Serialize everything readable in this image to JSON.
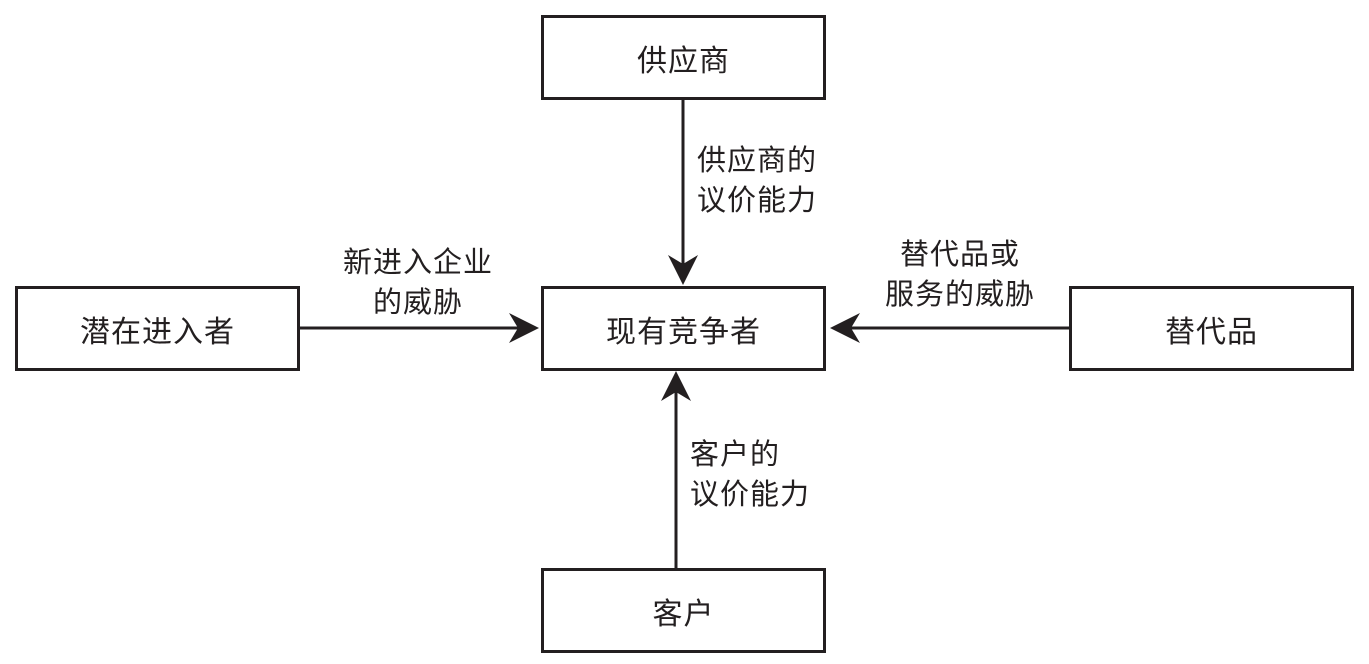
{
  "nodes": {
    "supplier": "供应商",
    "rivals": "现有竞争者",
    "entrants": "潜在进入者",
    "substitutes": "替代品",
    "customers": "客户"
  },
  "edges": {
    "supplier_power": [
      "供应商的",
      "议价能力"
    ],
    "entrant_threat": [
      "新进入企业",
      "的威胁"
    ],
    "substitute_threat": [
      "替代品或",
      "服务的威胁"
    ],
    "customer_power": [
      "客户的",
      "议价能力"
    ]
  }
}
